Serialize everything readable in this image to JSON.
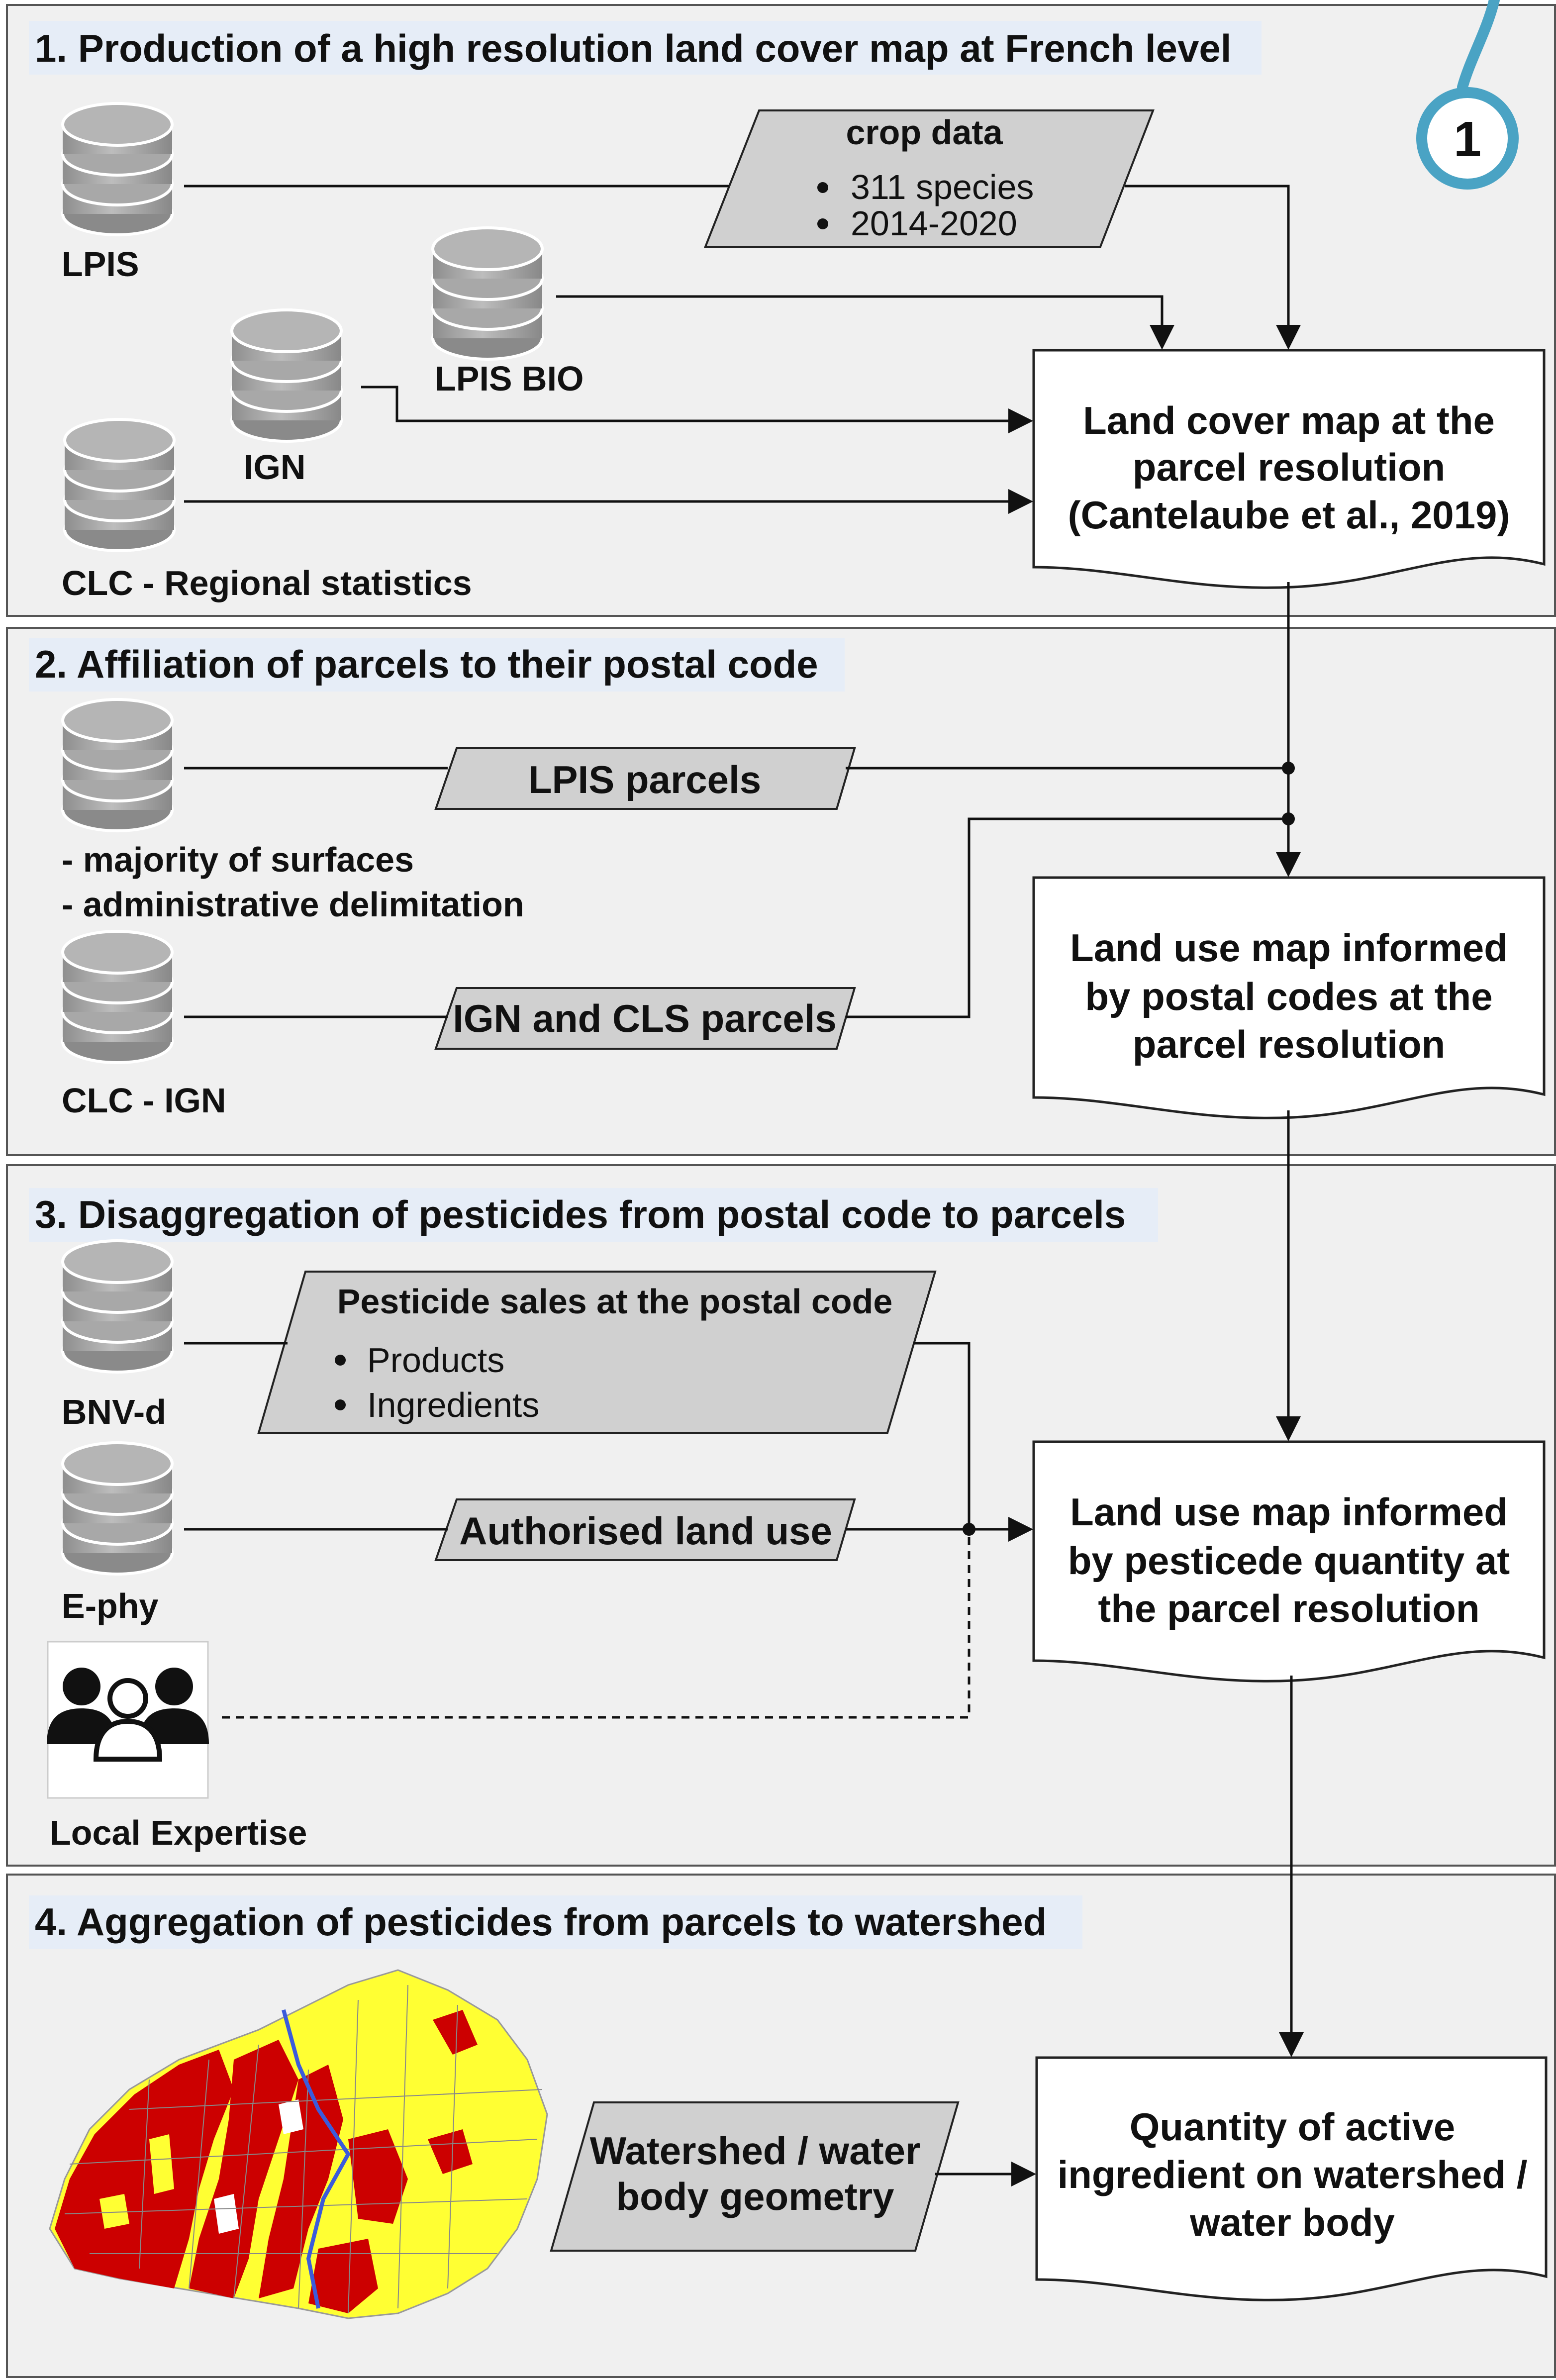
{
  "badge": "1",
  "sections": [
    {
      "title": "1. Production of a high resolution land cover map at French level"
    },
    {
      "title": "2. Affiliation of parcels to their postal code"
    },
    {
      "title": "3. Disaggregation of pesticides from postal code to parcels"
    },
    {
      "title": "4. Aggregation of pesticides from parcels to watershed"
    }
  ],
  "sources": {
    "lpis": "LPIS",
    "lpis_bio": "LPIS BIO",
    "ign": "IGN",
    "clc_regional": "CLC - Regional statistics",
    "s2_line1": "- majority of surfaces",
    "s2_line2": "- administrative delimitation",
    "clc_ign": "CLC - IGN",
    "bnvd": "BNV-d",
    "ephy": "E-phy",
    "local_expertise": "Local Expertise"
  },
  "data_shapes": {
    "crop_data": {
      "title": "crop data",
      "items": [
        "311 species",
        "2014-2020"
      ]
    },
    "lpis_parcels": "LPIS parcels",
    "ign_cls_parcels": "IGN and CLS parcels",
    "pesticide_sales": {
      "title": "Pesticide sales at the postal code",
      "items": [
        "Products",
        "Ingredients"
      ]
    },
    "authorised_land_use": "Authorised land use",
    "watershed_geometry": [
      "Watershed / water",
      "body geometry"
    ]
  },
  "outputs": {
    "land_cover_map": [
      "Land cover map at the",
      "parcel resolution",
      "(Cantelaube et al., 2019)"
    ],
    "land_use_postal": [
      "Land use map informed",
      "by postal codes at the",
      "parcel resolution"
    ],
    "land_use_pesticide": [
      "Land use map informed",
      "by pesticede quantity at",
      "the parcel resolution"
    ],
    "quantity_active": [
      "Quantity of active",
      "ingredient on watershed /",
      "water body"
    ]
  },
  "colors": {
    "panel_bg": "#f0f0f0",
    "panel_border": "#555555",
    "title_bg": "#e6edf7",
    "db_gray": "#9a9a9a",
    "shape_gray": "#d0d0d0",
    "badge_ring": "#4aa3c4",
    "map_red": "#cc0000",
    "map_yellow": "#ffff33",
    "river_blue": "#3b5bdb"
  }
}
